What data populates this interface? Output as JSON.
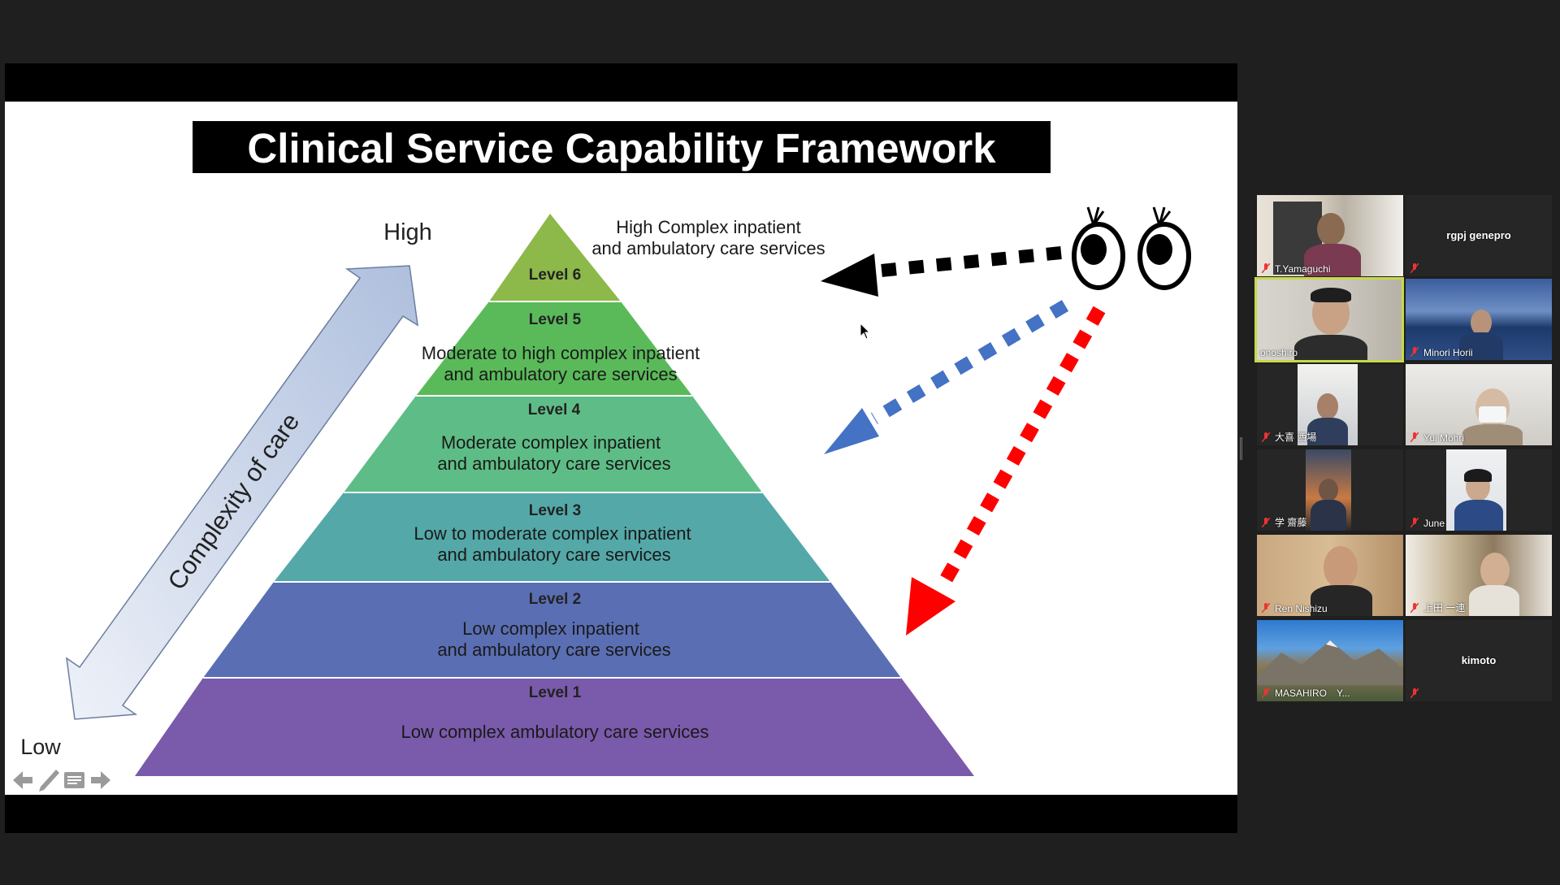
{
  "slide": {
    "title": "Clinical Service Capability Framework",
    "axis": {
      "high": "High",
      "low": "Low",
      "label": "Complexity of care"
    },
    "levels": [
      {
        "name": "Level 6",
        "desc1": "High Complex inpatient",
        "desc2": "and ambulatory care services",
        "color": "#8db84a"
      },
      {
        "name": "Level 5",
        "desc1": "Moderate to high complex inpatient",
        "desc2": "and ambulatory care services",
        "color": "#5aba5a"
      },
      {
        "name": "Level 4",
        "desc1": "Moderate complex inpatient",
        "desc2": "and ambulatory care services",
        "color": "#5ebd86"
      },
      {
        "name": "Level 3",
        "desc1": "Low to moderate complex inpatient",
        "desc2": "and ambulatory care services",
        "color": "#54a8a8"
      },
      {
        "name": "Level 2",
        "desc1": "Low complex inpatient",
        "desc2": "and ambulatory care services",
        "color": "#5a6eb4"
      },
      {
        "name": "Level 1",
        "desc1": "Low complex ambulatory care services",
        "desc2": "",
        "color": "#7a5aaa"
      }
    ],
    "arrow_colors": {
      "black": "#000000",
      "blue": "#4472c4",
      "red": "#ff0000"
    }
  },
  "toolbar": {
    "icons": [
      "arrow-left-icon",
      "pen-icon",
      "menu-icon",
      "arrow-right-icon"
    ]
  },
  "participants": [
    {
      "name": "T.Yamaguchi",
      "video": true,
      "muted": true
    },
    {
      "name": "rgpj genepro",
      "video": false,
      "muted": true
    },
    {
      "name": "onoshiro",
      "video": true,
      "muted": false,
      "active": true
    },
    {
      "name": "Minori Horii",
      "video": true,
      "muted": true
    },
    {
      "name": "大喜 西場",
      "video": true,
      "muted": true
    },
    {
      "name": "Yui Mohri",
      "video": true,
      "muted": true
    },
    {
      "name": "学 齋藤",
      "video": true,
      "muted": true
    },
    {
      "name": "June",
      "video": true,
      "muted": true
    },
    {
      "name": "Ren Nishizu",
      "video": true,
      "muted": true
    },
    {
      "name": "上田 一連",
      "video": true,
      "muted": true
    },
    {
      "name": "MASAHIRO　Y...",
      "video": true,
      "muted": true
    },
    {
      "name": "kimoto",
      "video": false,
      "muted": true
    }
  ]
}
